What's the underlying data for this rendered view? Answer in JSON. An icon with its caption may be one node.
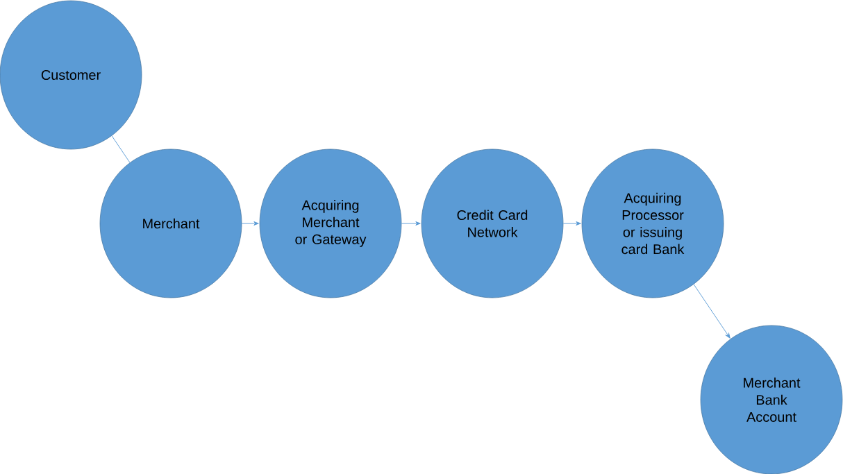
{
  "diagram": {
    "nodes": [
      {
        "text": [
          "Customer"
        ]
      },
      {
        "text": [
          "Merchant"
        ]
      },
      {
        "text": [
          "Acquiring Merchant or Gateway"
        ]
      },
      {
        "text": [
          "Credit Card Network"
        ]
      },
      {
        "text": [
          "Acquiring Processor or issuing card Bank"
        ]
      },
      {
        "text": [
          "Merchant Bank Account"
        ]
      }
    ],
    "edges": [
      {
        "from": 0,
        "to": 1,
        "arrow": "none"
      },
      {
        "from": 1,
        "to": 2,
        "arrow": "to"
      },
      {
        "from": 2,
        "to": 3,
        "arrow": "to"
      },
      {
        "from": 3,
        "to": 4,
        "arrow": "to"
      },
      {
        "from": 4,
        "to": 5,
        "arrow": "to"
      }
    ]
  }
}
